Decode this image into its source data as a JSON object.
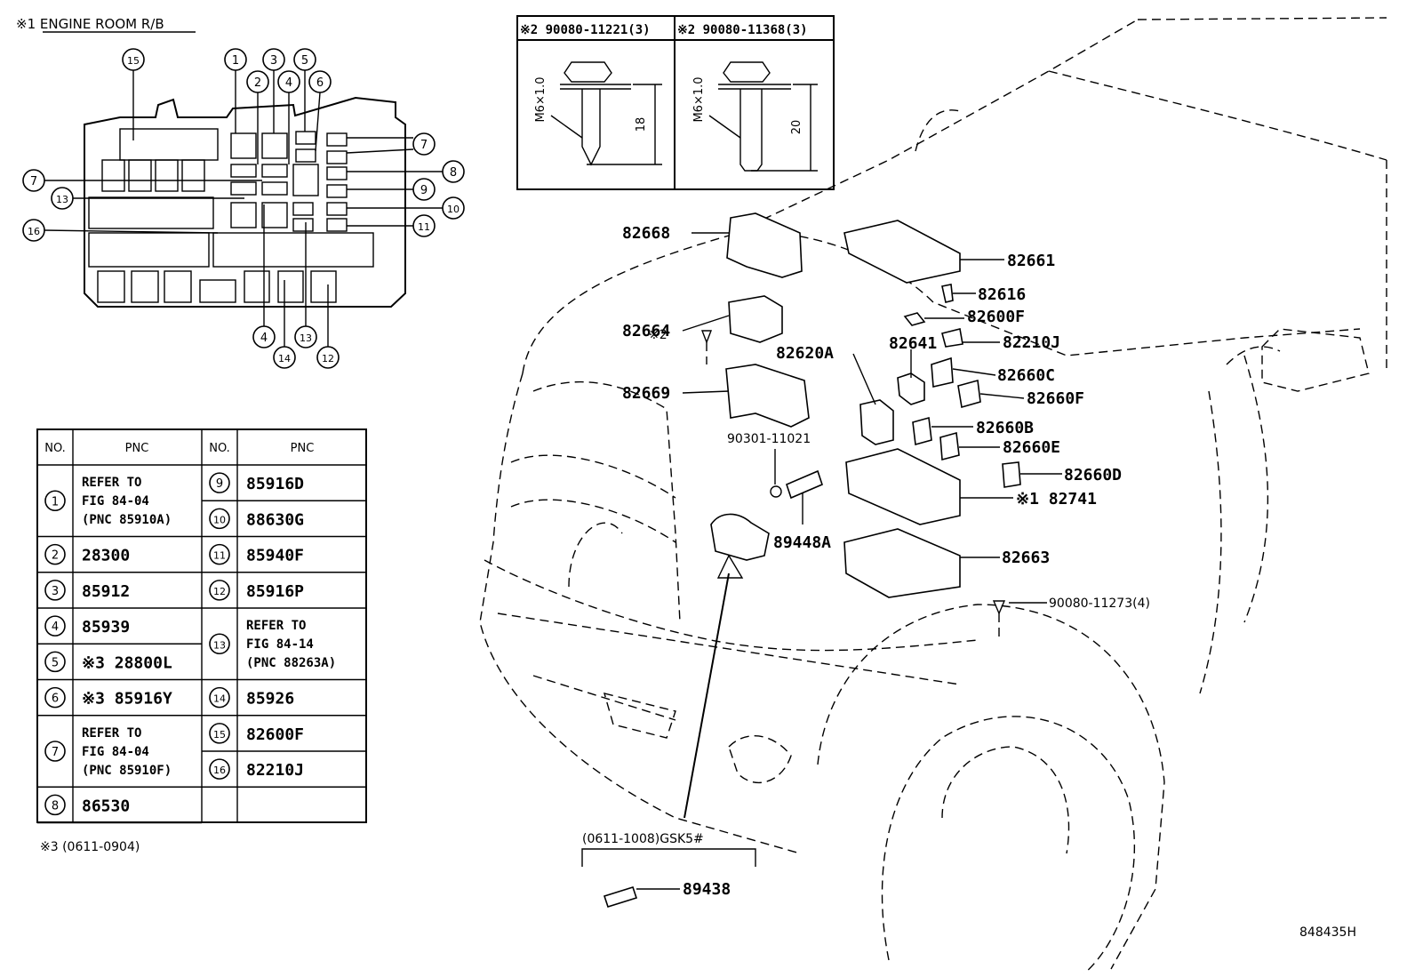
{
  "inset_title": "※1 ENGINE ROOM R/B",
  "callouts": [
    "1",
    "2",
    "3",
    "4",
    "5",
    "6",
    "7",
    "7",
    "8",
    "9",
    "10",
    "11",
    "12",
    "13",
    "13",
    "14",
    "15",
    "16",
    "4"
  ],
  "bolts": [
    {
      "header": "※2 90080-11221(3)",
      "size": "M6×1.0",
      "length": "18"
    },
    {
      "header": "※2 90080-11368(3)",
      "size": "M6×1.0",
      "length": "20"
    }
  ],
  "table": {
    "headers": [
      "NO.",
      "PNC",
      "NO.",
      "PNC"
    ],
    "left": [
      {
        "no": "1",
        "pnc": [
          "REFER TO",
          "FIG 84-04",
          "(PNC 85910A)"
        ]
      },
      {
        "no": "2",
        "pnc": [
          "28300"
        ]
      },
      {
        "no": "3",
        "pnc": [
          "85912"
        ]
      },
      {
        "no": "4",
        "pnc": [
          "85939"
        ]
      },
      {
        "no": "5",
        "pnc": [
          "※3 28800L"
        ]
      },
      {
        "no": "6",
        "pnc": [
          "※3 85916Y"
        ]
      },
      {
        "no": "7",
        "pnc": [
          "REFER TO",
          "FIG 84-04",
          "(PNC 85910F)"
        ]
      },
      {
        "no": "8",
        "pnc": [
          "86530"
        ]
      }
    ],
    "right": [
      {
        "no": "9",
        "pnc": [
          "85916D"
        ]
      },
      {
        "no": "10",
        "pnc": [
          "88630G"
        ]
      },
      {
        "no": "11",
        "pnc": [
          "85940F"
        ]
      },
      {
        "no": "12",
        "pnc": [
          "85916P"
        ]
      },
      {
        "no": "13",
        "pnc": [
          "REFER TO",
          "FIG 84-14",
          "(PNC 88263A)"
        ]
      },
      {
        "no": "14",
        "pnc": [
          "85926"
        ]
      },
      {
        "no": "15",
        "pnc": [
          "82600F"
        ]
      },
      {
        "no": "16",
        "pnc": [
          "82210J"
        ]
      }
    ]
  },
  "footnote": "※3 (0611-0904)",
  "part_labels": {
    "p82668": "82668",
    "p82661": "82661",
    "p82616": "82616",
    "p82600F": "82600F",
    "p82664": "82664",
    "p82641": "82641",
    "p82210J": "82210J",
    "star2": "※2",
    "p82620A": "82620A",
    "p82660C": "82660C",
    "p82669": "82669",
    "p82660F": "82660F",
    "p82660B": "82660B",
    "p90301": "90301-11021",
    "p82660E": "82660E",
    "p82660D": "82660D",
    "p82741": "※1 82741",
    "p89448A": "89448A",
    "p82663": "82663",
    "p90080_4": "90080-11273(4)",
    "gsk": "(0611-1008)GSK5#",
    "p89438": "89438",
    "fig_code": "848435H"
  }
}
